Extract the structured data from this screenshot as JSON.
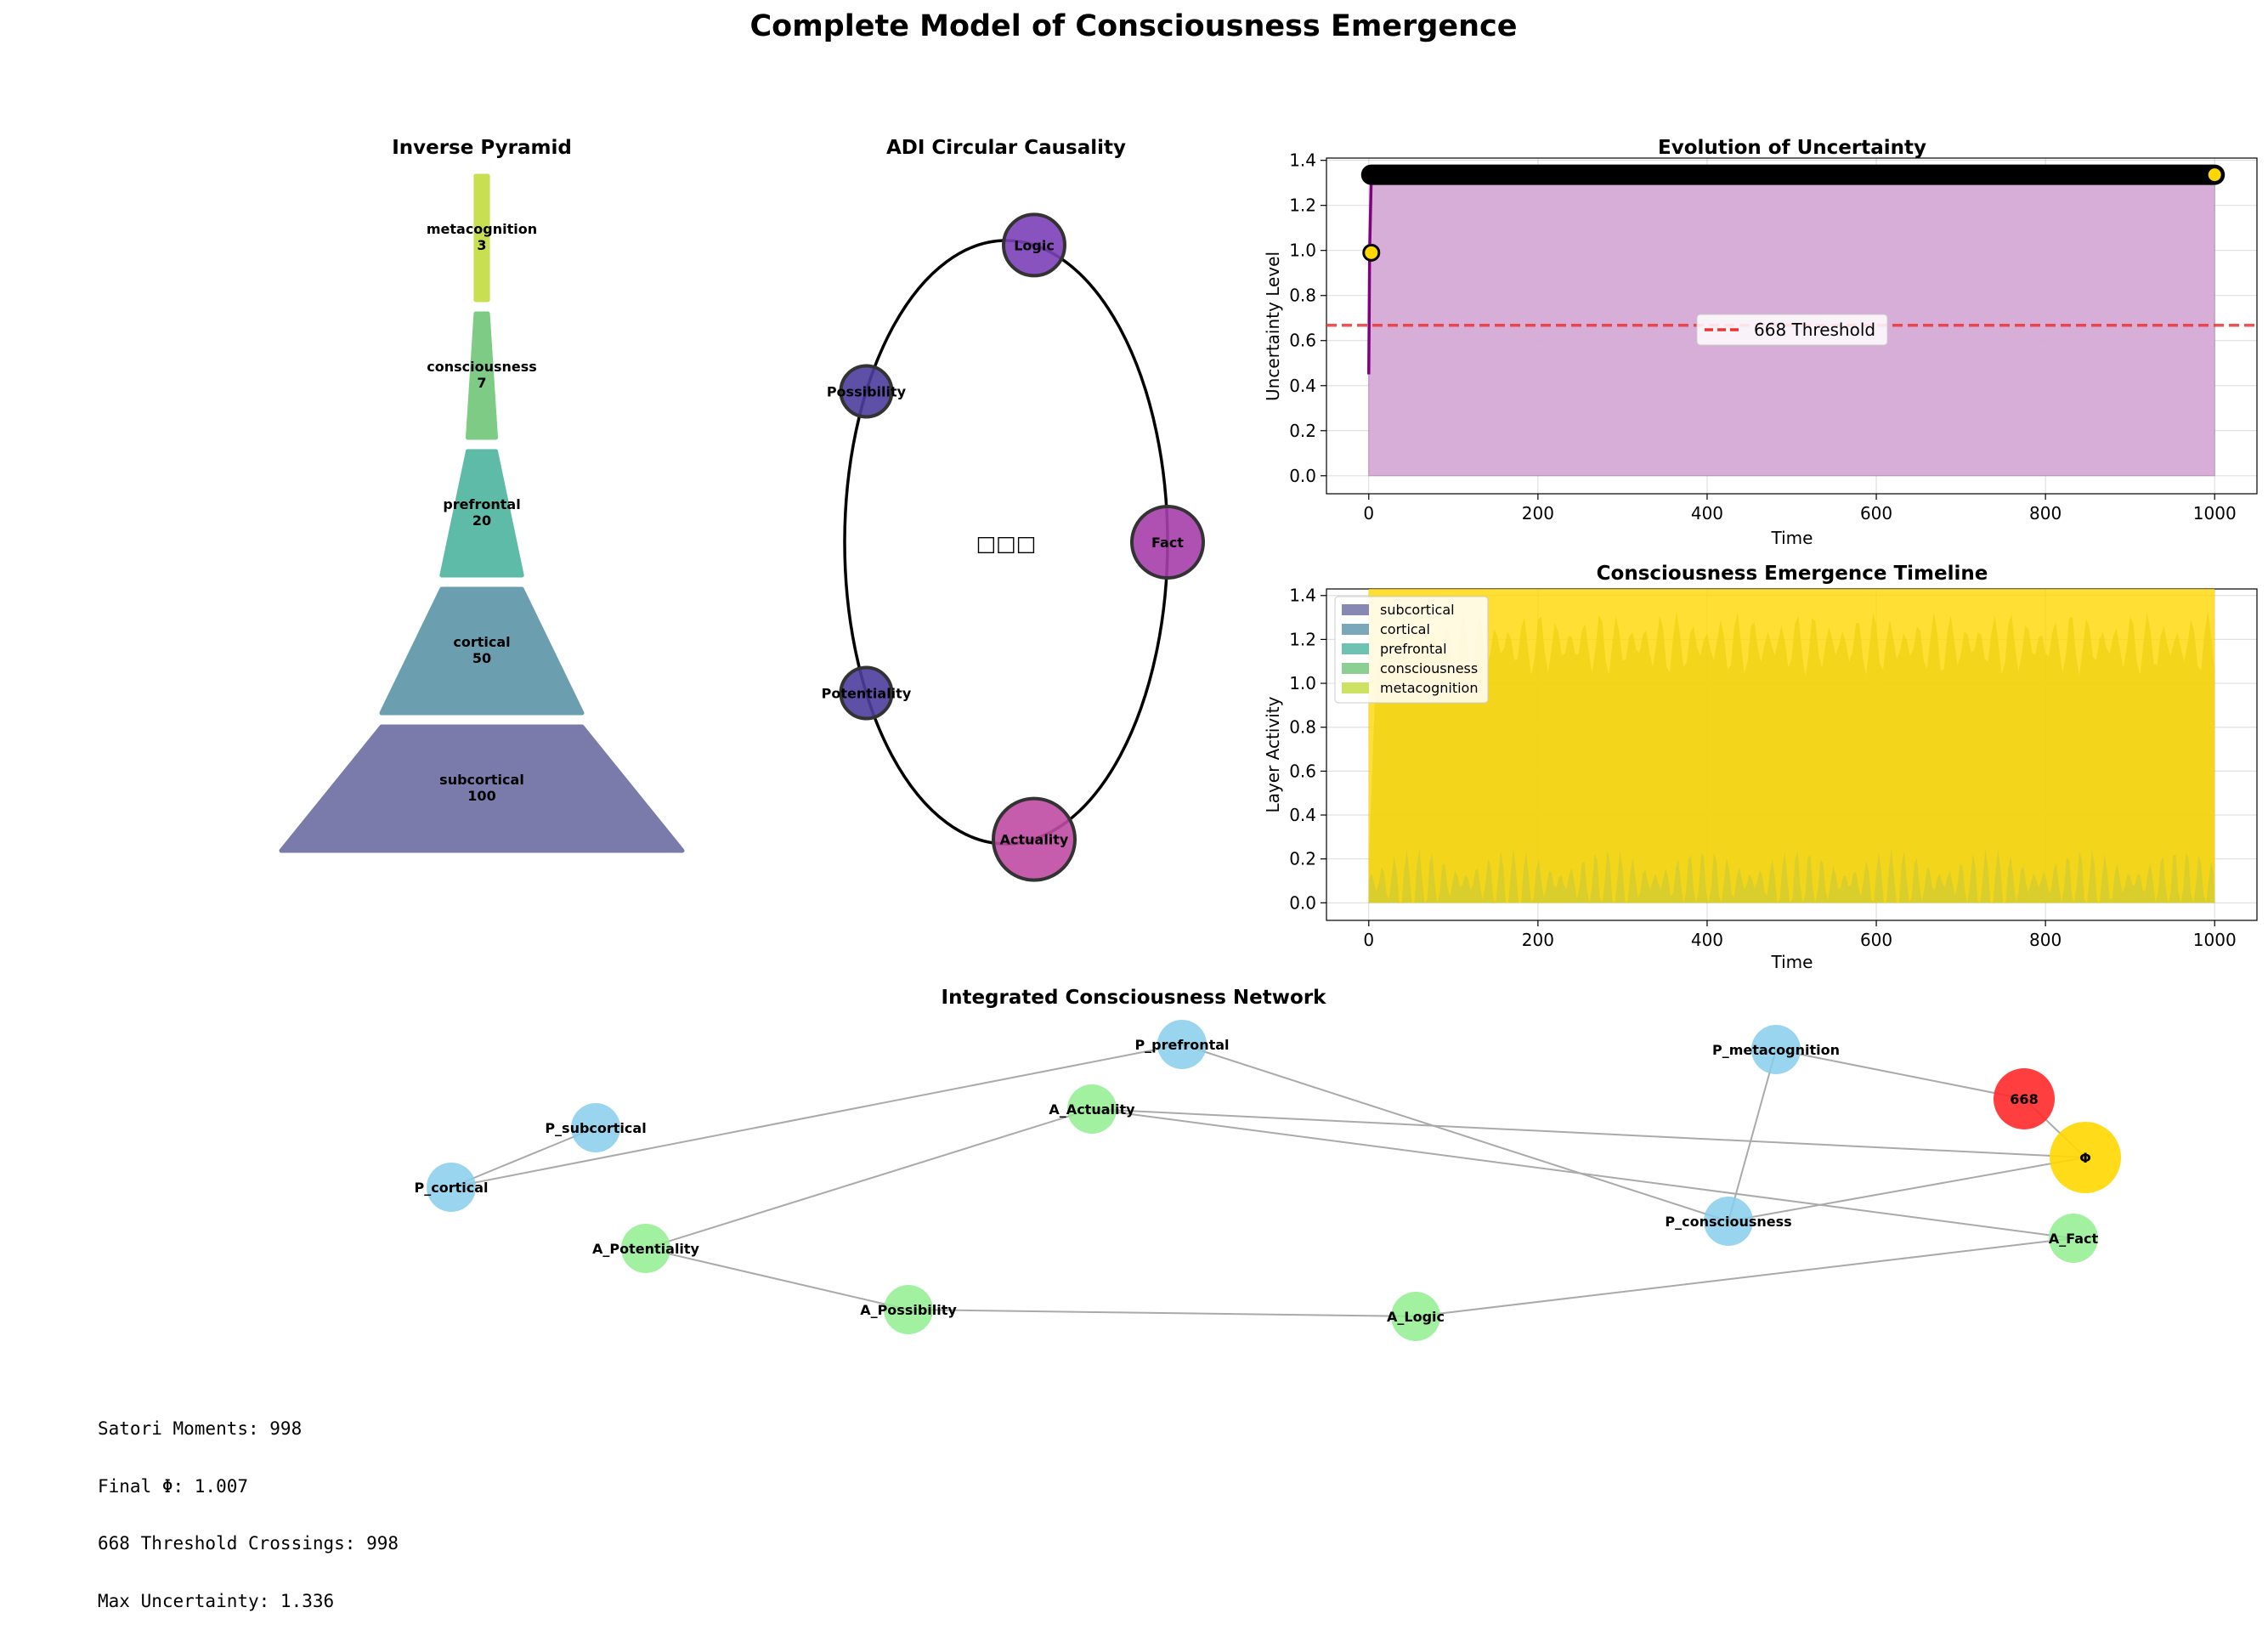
{
  "figure": {
    "title": "Complete Model of Consciousness Emergence"
  },
  "colors": {
    "layers": [
      "#7a7bab",
      "#6b9fb0",
      "#5ebba8",
      "#7ecb86",
      "#c8df52"
    ],
    "adi": {
      "Logic": "#7b3fb8",
      "Possibility": "#4b3d9c",
      "Fact": "#a63eaa",
      "Potentiality": "#4b3d9c",
      "Actuality": "#bf4aa3"
    },
    "uncertainty_line": "#800080",
    "uncertainty_fill": "#d4aad6",
    "threshold": "#ee3333",
    "point": "#ffd700",
    "p_node": "#87ceeb",
    "a_node": "#90ee90",
    "node_668": "#ff2a2a",
    "phi_node": "#ffd700",
    "edge": "#aaaaaa"
  },
  "chart_data": [
    {
      "type": "bar",
      "title": "Inverse Pyramid",
      "categories": [
        "subcortical",
        "cortical",
        "prefrontal",
        "consciousness",
        "metacognition"
      ],
      "values": [
        100,
        50,
        20,
        7,
        3
      ]
    },
    {
      "type": "scatter",
      "title": "ADI Circular Causality",
      "center_label": "□□□",
      "nodes": [
        {
          "label": "Logic",
          "size": 3
        },
        {
          "label": "Possibility",
          "size": 2
        },
        {
          "label": "Fact",
          "size": 4
        },
        {
          "label": "Potentiality",
          "size": 2
        },
        {
          "label": "Actuality",
          "size": 5
        }
      ]
    },
    {
      "type": "line",
      "title": "Evolution of Uncertainty",
      "xlabel": "Time",
      "ylabel": "Uncertainty Level",
      "xlim": [
        -50,
        1050
      ],
      "ylim": [
        -0.08,
        1.41
      ],
      "xticks": [
        0,
        200,
        400,
        600,
        800,
        1000
      ],
      "yticks": [
        0.0,
        0.2,
        0.4,
        0.6,
        0.8,
        1.0,
        1.2,
        1.4
      ],
      "grid": true,
      "legend": "center",
      "threshold": {
        "name": "668 Threshold",
        "value": 0.668
      },
      "series": [
        {
          "x": [
            0,
            1,
            3,
            1000
          ],
          "y": [
            0.45,
            0.99,
            1.336,
            1.336
          ]
        }
      ],
      "highlight_points": [
        {
          "x": 3,
          "y": 0.99
        },
        {
          "x": 1000,
          "y": 1.336
        }
      ],
      "satori_band": {
        "x": [
          3,
          1000
        ],
        "y": 1.336
      }
    },
    {
      "type": "area",
      "title": "Consciousness Emergence Timeline",
      "xlabel": "Time",
      "ylabel": "Layer Activity",
      "xlim": [
        -50,
        1050
      ],
      "ylim": [
        -0.08,
        1.43
      ],
      "xticks": [
        0,
        200,
        400,
        600,
        800,
        1000
      ],
      "yticks": [
        0.0,
        0.2,
        0.4,
        0.6,
        0.8,
        1.0,
        1.2,
        1.4
      ],
      "grid": true,
      "legend": "upper-left",
      "series": [
        {
          "name": "subcortical"
        },
        {
          "name": "cortical"
        },
        {
          "name": "prefrontal"
        },
        {
          "name": "consciousness"
        },
        {
          "name": "metacognition"
        }
      ]
    },
    {
      "type": "network",
      "title": "Integrated Consciousness Network",
      "nodes": [
        {
          "id": "P_subcortical",
          "kind": "P"
        },
        {
          "id": "P_cortical",
          "kind": "P"
        },
        {
          "id": "P_prefrontal",
          "kind": "P"
        },
        {
          "id": "P_consciousness",
          "kind": "P"
        },
        {
          "id": "P_metacognition",
          "kind": "P"
        },
        {
          "id": "A_Actuality",
          "kind": "A"
        },
        {
          "id": "A_Potentiality",
          "kind": "A"
        },
        {
          "id": "A_Possibility",
          "kind": "A"
        },
        {
          "id": "A_Logic",
          "kind": "A"
        },
        {
          "id": "A_Fact",
          "kind": "A"
        },
        {
          "id": "668",
          "kind": "threshold"
        },
        {
          "id": "Φ",
          "kind": "phi"
        }
      ],
      "edges": [
        [
          "P_subcortical",
          "P_cortical"
        ],
        [
          "P_cortical",
          "P_prefrontal"
        ],
        [
          "P_prefrontal",
          "P_consciousness"
        ],
        [
          "P_consciousness",
          "P_metacognition"
        ],
        [
          "P_metacognition",
          "668"
        ],
        [
          "668",
          "Φ"
        ],
        [
          "P_consciousness",
          "Φ"
        ],
        [
          "A_Actuality",
          "Φ"
        ],
        [
          "A_Actuality",
          "A_Fact"
        ],
        [
          "A_Actuality",
          "A_Potentiality"
        ],
        [
          "A_Potentiality",
          "A_Possibility"
        ],
        [
          "A_Possibility",
          "A_Logic"
        ],
        [
          "A_Logic",
          "A_Fact"
        ]
      ]
    }
  ],
  "stats": {
    "lines": [
      "Satori Moments: 998",
      "Final Φ: 1.007",
      "668 Threshold Crossings: 998",
      "Max Uncertainty: 1.336"
    ]
  }
}
